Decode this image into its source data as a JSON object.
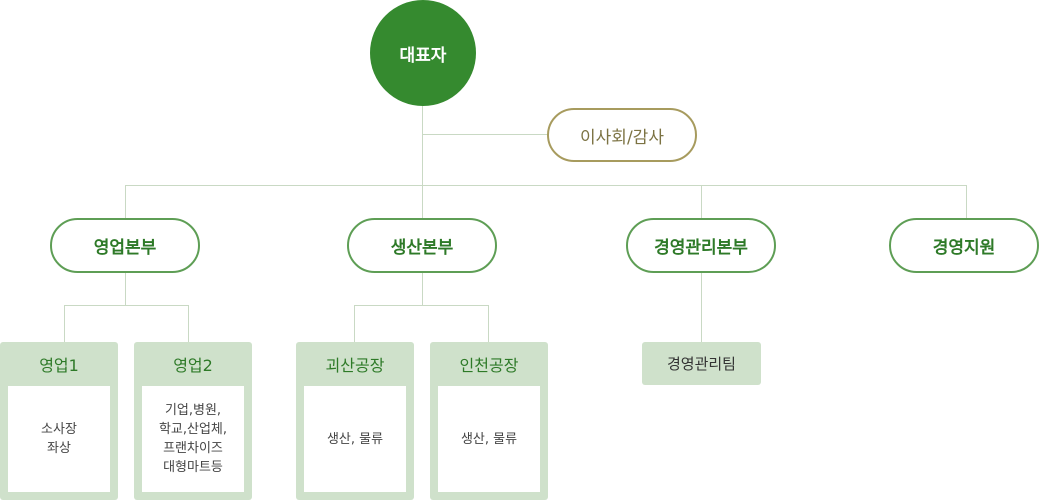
{
  "ceo": "대표자",
  "board": "이사회/감사",
  "divisions": [
    "영업본부",
    "생산본부",
    "경영관리본부",
    "경영지원"
  ],
  "teams": [
    {
      "title": "영업1",
      "body": "소사장\n좌상"
    },
    {
      "title": "영업2",
      "body": "기업,병원,\n학교,산업체,\n프랜차이즈\n대형마트등"
    },
    {
      "title": "괴산공장",
      "body": "생산, 물류"
    },
    {
      "title": "인천공장",
      "body": "생산, 물류"
    }
  ],
  "mgmt_team": "경영관리팀"
}
